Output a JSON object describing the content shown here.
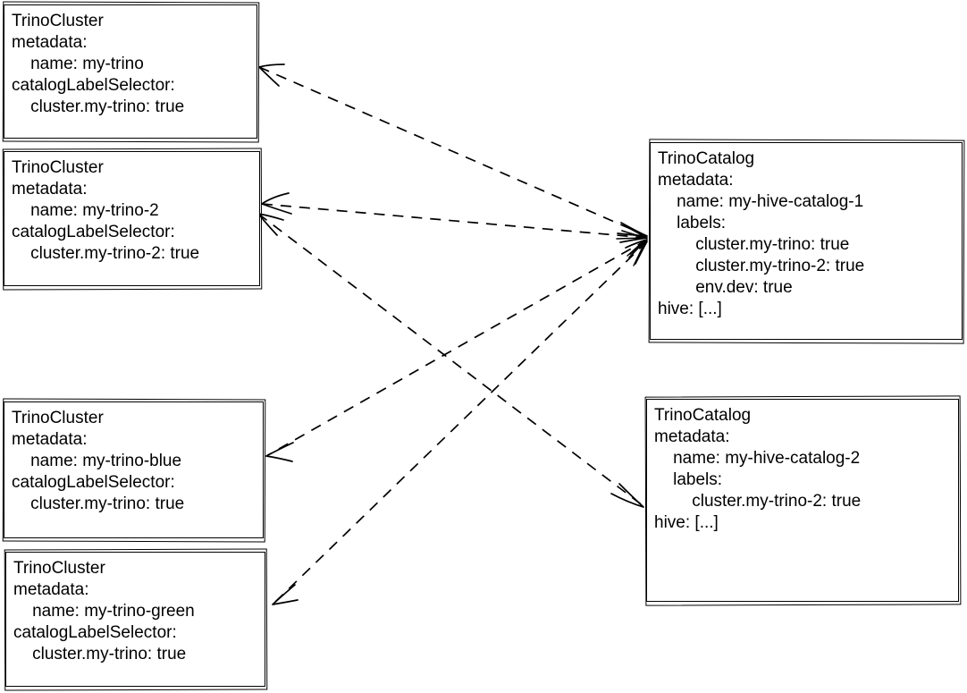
{
  "diagram": {
    "background": "#ffffff",
    "stroke_color": "#000000",
    "clusters": [
      {
        "kind": "TrinoCluster",
        "name": "my-trino",
        "lines": [
          "TrinoCluster",
          "metadata:",
          "    name: my-trino",
          "catalogLabelSelector:",
          "    cluster.my-trino: true"
        ]
      },
      {
        "kind": "TrinoCluster",
        "name": "my-trino-2",
        "lines": [
          "TrinoCluster",
          "metadata:",
          "    name: my-trino-2",
          "catalogLabelSelector:",
          "    cluster.my-trino-2: true"
        ]
      },
      {
        "kind": "TrinoCluster",
        "name": "my-trino-blue",
        "lines": [
          "TrinoCluster",
          "metadata:",
          "    name: my-trino-blue",
          "catalogLabelSelector:",
          "    cluster.my-trino: true"
        ]
      },
      {
        "kind": "TrinoCluster",
        "name": "my-trino-green",
        "lines": [
          "TrinoCluster",
          "metadata:",
          "    name: my-trino-green",
          "catalogLabelSelector:",
          "    cluster.my-trino: true"
        ]
      }
    ],
    "catalogs": [
      {
        "kind": "TrinoCatalog",
        "name": "my-hive-catalog-1",
        "lines": [
          "TrinoCatalog",
          "metadata:",
          "    name: my-hive-catalog-1",
          "    labels:",
          "        cluster.my-trino: true",
          "        cluster.my-trino-2: true",
          "        env.dev: true",
          "hive: [...]"
        ]
      },
      {
        "kind": "TrinoCatalog",
        "name": "my-hive-catalog-2",
        "lines": [
          "TrinoCatalog",
          "metadata:",
          "    name: my-hive-catalog-2",
          "    labels:",
          "        cluster.my-trino-2: true",
          "hive: [...]"
        ]
      }
    ],
    "edges": [
      {
        "between": [
          "my-hive-catalog-1",
          "my-trino"
        ],
        "style": "dashed",
        "arrowheads": "both"
      },
      {
        "between": [
          "my-hive-catalog-1",
          "my-trino-2"
        ],
        "style": "dashed",
        "arrowheads": "both"
      },
      {
        "between": [
          "my-hive-catalog-1",
          "my-trino-blue"
        ],
        "style": "dashed",
        "arrowheads": "both"
      },
      {
        "between": [
          "my-hive-catalog-1",
          "my-trino-green"
        ],
        "style": "dashed",
        "arrowheads": "both"
      },
      {
        "between": [
          "my-trino-2",
          "my-hive-catalog-2"
        ],
        "style": "dashed",
        "arrowheads": "both"
      }
    ]
  }
}
